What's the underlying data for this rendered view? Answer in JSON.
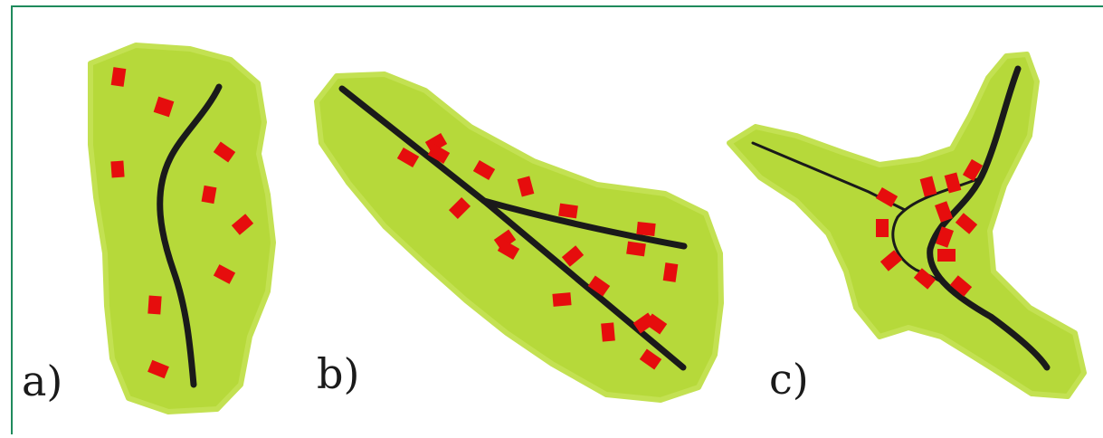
{
  "panels": [
    {
      "id": "a",
      "label": "a)"
    },
    {
      "id": "b",
      "label": "b)"
    },
    {
      "id": "c",
      "label": "c)"
    }
  ],
  "colors": {
    "frame": "#1f8a5c",
    "land": "#b6d93a",
    "road": "#1a1a1a",
    "building": "#e60d0d"
  }
}
